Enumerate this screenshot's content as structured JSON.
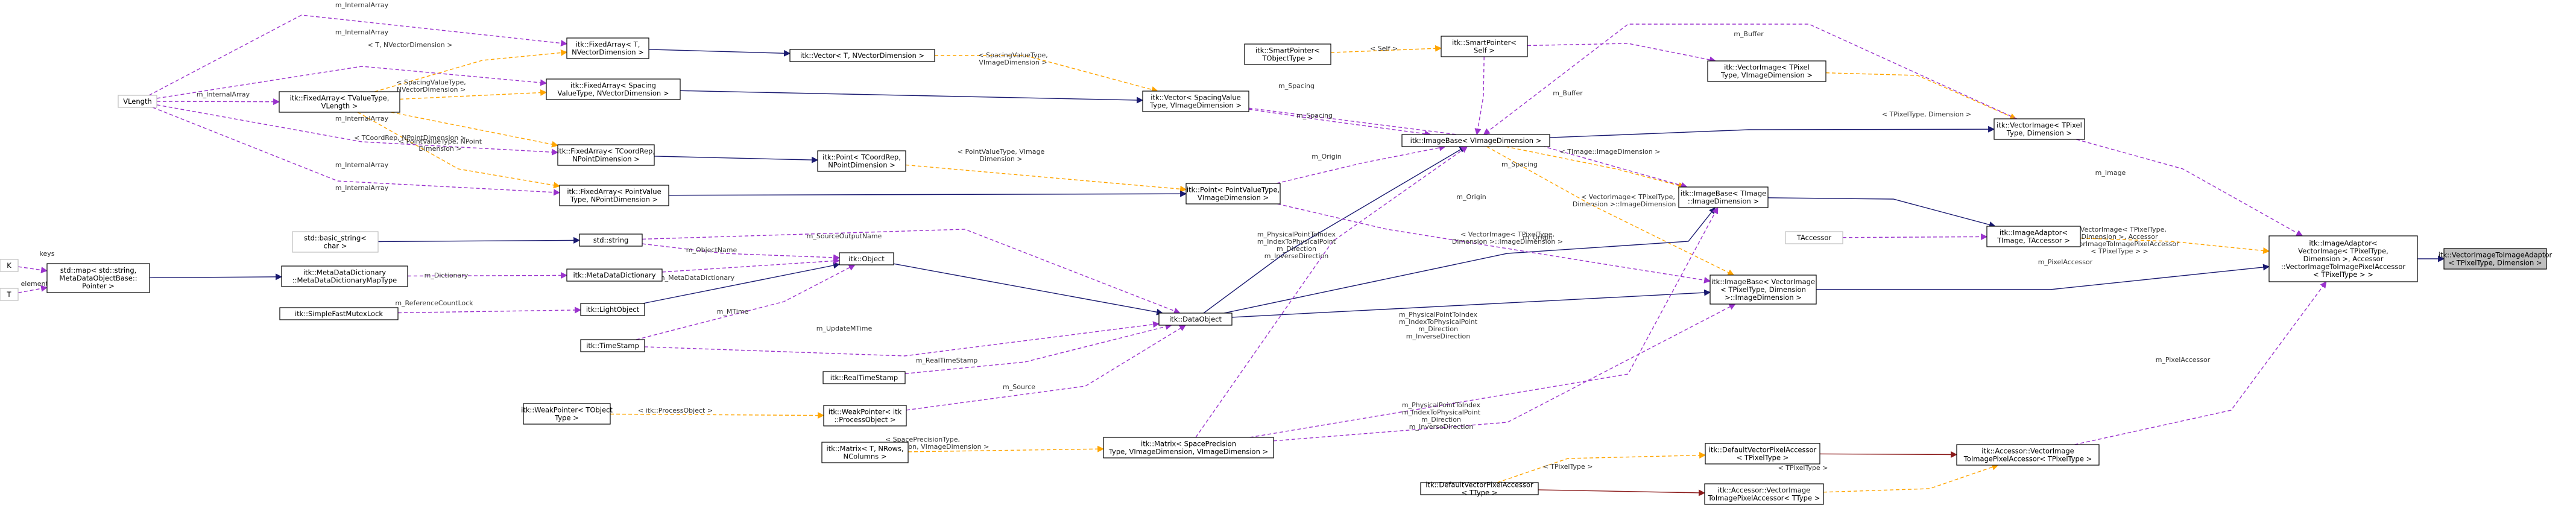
{
  "colors": {
    "inherit": "#191970",
    "usage": "#9a32cd",
    "template": "#ffa500",
    "usage_gray": "#404040",
    "template_red": "#8b1a1a",
    "highlight": "#bfbfbf"
  },
  "nodes": [
    {
      "id": "main",
      "lines": [
        "itk::VectorImageToImageAdaptor",
        "< TPixelType, Dimension >"
      ],
      "highlight": true
    },
    {
      "id": "imgAdaptor",
      "lines": [
        "itk::ImageAdaptor<",
        "VectorImage< TPixelType,",
        "Dimension >, Accessor",
        "::VectorImageToImagePixelAccessor",
        "< TPixelType > >"
      ]
    },
    {
      "id": "imgAdaptorT",
      "lines": [
        "itk::ImageAdaptor<",
        "TImage, TAccessor >"
      ]
    },
    {
      "id": "vecImgD",
      "lines": [
        "itk::VectorImage< TPixel",
        "Type, Dimension >"
      ]
    },
    {
      "id": "vecImgV",
      "lines": [
        "itk::VectorImage< TPixel",
        "Type, VImageDimension >"
      ]
    },
    {
      "id": "spB",
      "lines": [
        "itk::SmartPointer<",
        "Self >"
      ]
    },
    {
      "id": "spT",
      "lines": [
        "itk::SmartPointer<",
        "TObjectType >"
      ]
    },
    {
      "id": "imgBaseV",
      "lines": [
        "itk::ImageBase< VImageDimension >"
      ]
    },
    {
      "id": "imgBaseT",
      "lines": [
        "itk::ImageBase< TImage",
        "::ImageDimension >"
      ]
    },
    {
      "id": "imgBaseVec",
      "lines": [
        "itk::ImageBase< VectorImage",
        "< TPixelType, Dimension",
        ">::ImageDimension >"
      ]
    },
    {
      "id": "tAccessor",
      "lines": [
        "TAccessor"
      ],
      "gray": true
    },
    {
      "id": "vecSpacing",
      "lines": [
        "itk::Vector< SpacingValue",
        "Type, VImageDimension >"
      ]
    },
    {
      "id": "vecT",
      "lines": [
        "itk::Vector< T, NVectorDimension >"
      ]
    },
    {
      "id": "pointP",
      "lines": [
        "itk::Point< PointValueType,",
        "VImageDimension >"
      ]
    },
    {
      "id": "pointT",
      "lines": [
        "itk::Point< TCoordRep,",
        "NPointDimension >"
      ]
    },
    {
      "id": "faT",
      "lines": [
        "itk::FixedArray< T,",
        "NVectorDimension >"
      ]
    },
    {
      "id": "faSp",
      "lines": [
        "itk::FixedArray< Spacing",
        "ValueType, NVectorDimension >"
      ]
    },
    {
      "id": "faTV",
      "lines": [
        "itk::FixedArray< TValueType,",
        "VLength >"
      ]
    },
    {
      "id": "faTC",
      "lines": [
        "itk::FixedArray< TCoordRep,",
        "NPointDimension >"
      ]
    },
    {
      "id": "faPV",
      "lines": [
        "itk::FixedArray< PointValue",
        "Type, NPointDimension >"
      ]
    },
    {
      "id": "vlength",
      "lines": [
        "VLength"
      ],
      "gray": true
    },
    {
      "id": "dataObject",
      "lines": [
        "itk::DataObject"
      ]
    },
    {
      "id": "object",
      "lines": [
        "itk::Object"
      ]
    },
    {
      "id": "lightObject",
      "lines": [
        "itk::LightObject"
      ]
    },
    {
      "id": "timeStamp",
      "lines": [
        "itk::TimeStamp"
      ]
    },
    {
      "id": "realTimeStamp",
      "lines": [
        "itk::RealTimeStamp"
      ]
    },
    {
      "id": "metaDict",
      "lines": [
        "itk::MetaDataDictionary"
      ]
    },
    {
      "id": "metaDictBase",
      "lines": [
        "itk::MetaDataDictionary",
        "::MetaDataDictionaryMapType"
      ]
    },
    {
      "id": "stdMap",
      "lines": [
        "std::map< std::string,",
        "MetaDataObjectBase::",
        "Pointer >"
      ]
    },
    {
      "id": "stdString",
      "lines": [
        "std::string"
      ]
    },
    {
      "id": "basicString",
      "lines": [
        "std::basic_string<",
        "char >"
      ],
      "gray": true
    },
    {
      "id": "K",
      "lines": [
        "K"
      ],
      "gray": true
    },
    {
      "id": "T",
      "lines": [
        "T"
      ],
      "gray": true
    },
    {
      "id": "sfml",
      "lines": [
        "itk::SimpleFastMutexLock"
      ]
    },
    {
      "id": "weakPO",
      "lines": [
        "itk::WeakPointer< itk",
        "::ProcessObject >"
      ]
    },
    {
      "id": "weakT",
      "lines": [
        "itk::WeakPointer< TObject",
        "Type >"
      ]
    },
    {
      "id": "matrixSP",
      "lines": [
        "itk::Matrix< SpacePrecision",
        "Type, VImageDimension, VImageDimension >"
      ]
    },
    {
      "id": "matrixT",
      "lines": [
        "itk::Matrix< T, NRows,",
        "NColumns >"
      ]
    },
    {
      "id": "accessor",
      "lines": [
        "itk::Accessor::VectorImage",
        "ToImagePixelAccessor< TPixelType >"
      ]
    },
    {
      "id": "defVecAcc",
      "lines": [
        "itk::DefaultVectorPixelAccessor",
        "< TPixelType >"
      ]
    },
    {
      "id": "defPixAcc",
      "lines": [
        "itk::DefaultVectorPixelAccessor",
        "< TType >"
      ]
    },
    {
      "id": "accessorT",
      "lines": [
        "itk::Accessor::VectorImage",
        "ToImagePixelAccessor< TType >"
      ]
    }
  ],
  "edge_labels": [
    {
      "id": "l_image",
      "lines": [
        "m_Image"
      ]
    },
    {
      "id": "l_tplAdaptor",
      "lines": [
        "< VectorImage< TPixelType,",
        "Dimension >, Accessor",
        "::VectorImageToImagePixelAccessor",
        "< TPixelType > >"
      ]
    },
    {
      "id": "l_pixAccTop",
      "lines": [
        "m_PixelAccessor"
      ]
    },
    {
      "id": "l_pixAccBot",
      "lines": [
        "m_PixelAccessor"
      ]
    },
    {
      "id": "l_tplVecImg",
      "lines": [
        "< TPixelType, Dimension >"
      ]
    },
    {
      "id": "l_buffer1",
      "lines": [
        "m_Buffer"
      ]
    },
    {
      "id": "l_buffer2",
      "lines": [
        "m_Buffer"
      ]
    },
    {
      "id": "l_self",
      "lines": [
        "< Self >"
      ]
    },
    {
      "id": "l_timgDim",
      "lines": [
        "< TImage::ImageDimension >"
      ]
    },
    {
      "id": "l_vecImgTpl",
      "lines": [
        "< VectorImage< TPixelType,",
        "Dimension >::ImageDimension >"
      ]
    },
    {
      "id": "l_spacing1",
      "lines": [
        "m_Spacing"
      ]
    },
    {
      "id": "l_spacing2",
      "lines": [
        "m_Spacing"
      ]
    },
    {
      "id": "l_spacing3",
      "lines": [
        "m_Spacing"
      ]
    },
    {
      "id": "l_origin1",
      "lines": [
        "m_Origin"
      ]
    },
    {
      "id": "l_origin2",
      "lines": [
        "m_Origin"
      ]
    },
    {
      "id": "l_origin3",
      "lines": [
        "m_Origin"
      ]
    },
    {
      "id": "l_spacingTpl",
      "lines": [
        "< SpacingValueType,",
        "VImageDimension >"
      ]
    },
    {
      "id": "l_pointTpl",
      "lines": [
        "< PointValueType, VImage",
        "Dimension >"
      ]
    },
    {
      "id": "l_internal1",
      "lines": [
        "m_InternalArray"
      ]
    },
    {
      "id": "l_internal2",
      "lines": [
        "m_InternalArray"
      ]
    },
    {
      "id": "l_internal3",
      "lines": [
        "m_InternalArray"
      ]
    },
    {
      "id": "l_internal4",
      "lines": [
        "m_InternalArray"
      ]
    },
    {
      "id": "l_internal5",
      "lines": [
        "m_InternalArray"
      ]
    },
    {
      "id": "l_internal6",
      "lines": [
        "m_InternalArray"
      ]
    },
    {
      "id": "l_tNvec",
      "lines": [
        "< T, NVectorDimension >"
      ]
    },
    {
      "id": "l_spNvec",
      "lines": [
        "< SpacingValueType,",
        "NVectorDimension >"
      ]
    },
    {
      "id": "l_tcoordTpl",
      "lines": [
        "< TCoordRep, NPointDimension >"
      ]
    },
    {
      "id": "l_pvTpl",
      "lines": [
        "< PointValueType, NPoint",
        "Dimension >"
      ]
    },
    {
      "id": "l_physM1",
      "lines": [
        "m_PhysicalPointToIndex",
        "m_IndexToPhysicalPoint",
        "m_Direction",
        "m_InverseDirection"
      ]
    },
    {
      "id": "l_physM2",
      "lines": [
        "m_PhysicalPointToIndex",
        "m_IndexToPhysicalPoint",
        "m_Direction",
        "m_InverseDirection"
      ]
    },
    {
      "id": "l_physM3",
      "lines": [
        "m_PhysicalPointToIndex",
        "m_IndexToPhysicalPoint",
        "m_Direction",
        "m_InverseDirection"
      ]
    },
    {
      "id": "l_vecImgBase",
      "lines": [
        "< VectorImage< TPixelType,",
        "Dimension >::ImageDimension >"
      ]
    },
    {
      "id": "l_sourceOut",
      "lines": [
        "m_SourceOutputName"
      ]
    },
    {
      "id": "l_objName",
      "lines": [
        "m_ObjectName"
      ]
    },
    {
      "id": "l_mdd",
      "lines": [
        "m_MetaDataDictionary"
      ]
    },
    {
      "id": "l_dict",
      "lines": [
        "m_Dictionary"
      ]
    },
    {
      "id": "l_keys",
      "lines": [
        "keys"
      ]
    },
    {
      "id": "l_elements",
      "lines": [
        "elements"
      ]
    },
    {
      "id": "l_refLock",
      "lines": [
        "m_ReferenceCountLock"
      ]
    },
    {
      "id": "l_mtime",
      "lines": [
        "m_MTime"
      ]
    },
    {
      "id": "l_updMtime",
      "lines": [
        "m_UpdateMTime"
      ]
    },
    {
      "id": "l_realTS",
      "lines": [
        "m_RealTimeStamp"
      ]
    },
    {
      "id": "l_source",
      "lines": [
        "m_Source"
      ]
    },
    {
      "id": "l_procObj",
      "lines": [
        "< itk::ProcessObject >"
      ]
    },
    {
      "id": "l_matrixTpl",
      "lines": [
        "< SpacePrecisionType,",
        "VImageDimension, VImageDimension >"
      ]
    },
    {
      "id": "l_tpixType1",
      "lines": [
        "< TPixelType >"
      ]
    },
    {
      "id": "l_tpixType2",
      "lines": [
        "< TPixelType >"
      ]
    }
  ]
}
